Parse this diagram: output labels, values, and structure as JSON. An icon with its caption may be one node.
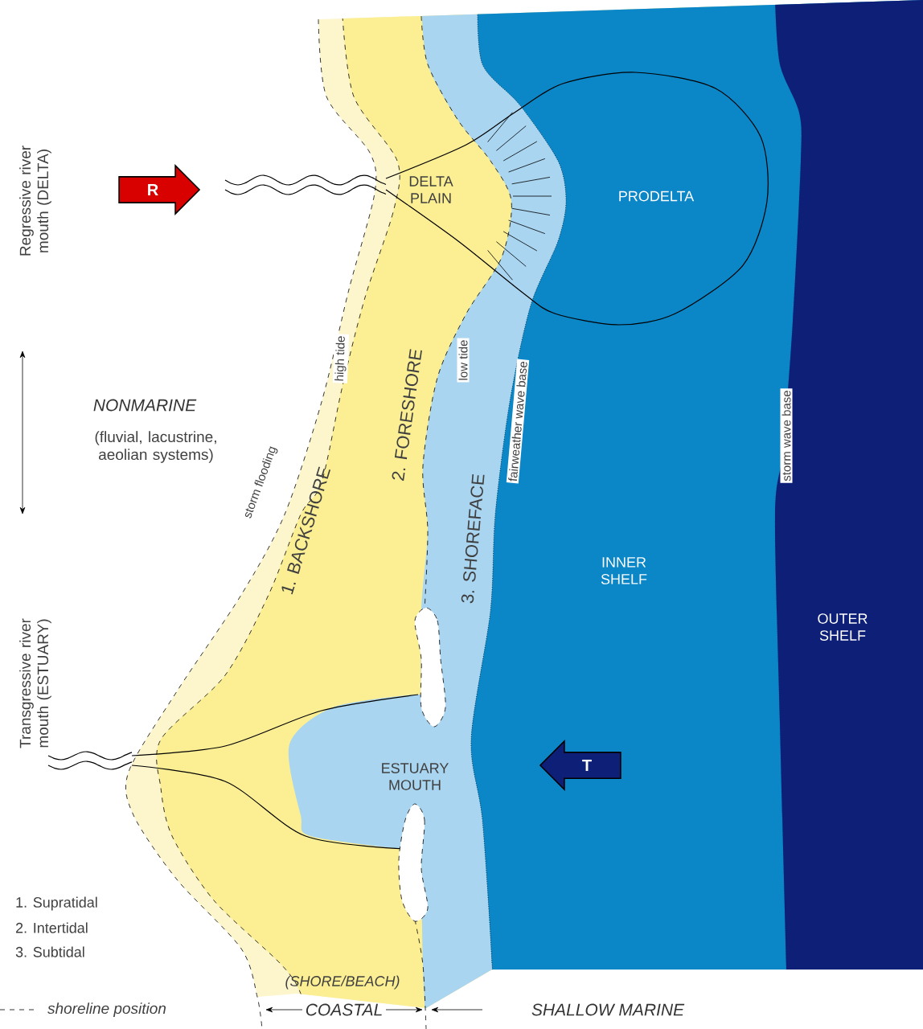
{
  "diagram": {
    "nodes": [
      {
        "text": [
          "R"
        ]
      },
      {
        "text": [
          "T"
        ]
      },
      {
        "text": [],
        "shape": "island"
      },
      {
        "text": [],
        "shape": "island"
      }
    ],
    "labels": [
      "DELTA PLAIN",
      "PRODELTA",
      "Regressive river mouth (DELTA)",
      "high tide",
      "2. FORESHORE",
      "low tide",
      "fairweather wave base",
      "storm wave base",
      "NONMARINE",
      "(fluvial, lacustrine, aeolian systems)",
      "storm flooding",
      "1. BACKSHORE",
      "3. SHOREFACE",
      "INNER SHELF",
      "OUTER SHELF",
      "Transgressive river mouth (ESTUARY)",
      "ESTUARY MOUTH",
      "1. Supratidal",
      "2. Intertidal",
      "3. Subtidal",
      "(SHORE/BEACH)",
      "COASTAL",
      "SHALLOW MARINE"
    ],
    "legend": [
      {
        "text": "shoreline position"
      }
    ]
  }
}
